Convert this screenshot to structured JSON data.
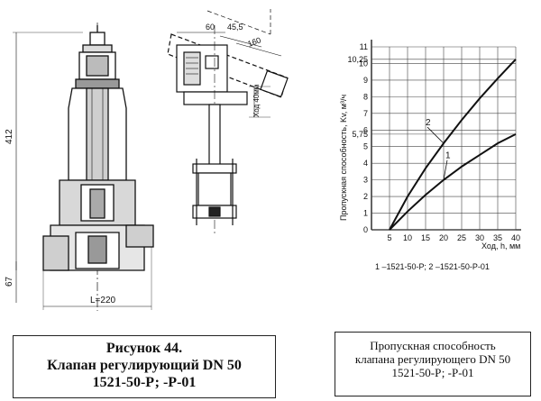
{
  "drawing": {
    "dim_height": "412",
    "dim_67": "67",
    "dim_length": "L=220",
    "dim_60": "60",
    "dim_45": "45,5",
    "dim_160": "160",
    "stroke_label": "Ход 40мм"
  },
  "chart_data": {
    "type": "line",
    "ylabel": "Пропускная способность, Kv, м³/ч",
    "xlabel": "Ход, h, мм",
    "x_ticks": [
      5,
      10,
      15,
      20,
      25,
      30,
      35,
      40
    ],
    "y_ticks": [
      "0",
      "1",
      "2",
      "3",
      "4",
      "5",
      "5,75",
      "6",
      "7",
      "8",
      "9",
      "10",
      "10,25",
      "11"
    ],
    "xlim": [
      0,
      40
    ],
    "ylim": [
      0,
      11
    ],
    "grid": true,
    "series": [
      {
        "name": "1",
        "x": [
          5,
          10,
          15,
          20,
          25,
          30,
          35,
          40
        ],
        "y": [
          0,
          1.1,
          2.1,
          3.0,
          3.8,
          4.5,
          5.2,
          5.75
        ]
      },
      {
        "name": "2",
        "x": [
          5,
          10,
          15,
          20,
          25,
          30,
          35,
          40
        ],
        "y": [
          0,
          2.0,
          3.7,
          5.2,
          6.6,
          7.9,
          9.1,
          10.25
        ]
      }
    ],
    "legend_text": "1 –1521-50-Р;  2 –1521-50-Р-01"
  },
  "captions": {
    "left_line1": "Рисунок 44.",
    "left_line2": "Клапан регулирующий DN 50",
    "left_line3": "1521-50-Р; -Р-01",
    "right_line1": "Пропускная способность",
    "right_line2": "клапана регулирующего DN 50",
    "right_line3": "1521-50-Р; -Р-01"
  }
}
